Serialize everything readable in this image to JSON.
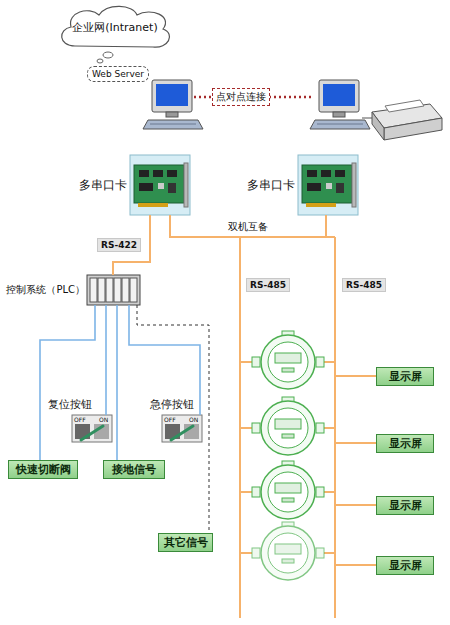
{
  "diagram": {
    "nodes": [
      {
        "text": [
          "企业网(Intranet)"
        ]
      },
      {
        "text": [
          "Web Server"
        ]
      },
      {
        "text": [
          "多串口卡"
        ]
      },
      {
        "text": [
          "多串口卡"
        ]
      },
      {
        "text": [
          "控制系统（PLC）"
        ]
      },
      {
        "text": [
          "复位按钮"
        ]
      },
      {
        "text": [
          "急停按钮"
        ]
      },
      {
        "text": [
          "快速切断阀"
        ]
      },
      {
        "text": [
          "接地信号"
        ]
      },
      {
        "text": [
          "其它信号"
        ]
      },
      {
        "text": [
          "显示屏"
        ]
      },
      {
        "text": [
          "显示屏"
        ]
      },
      {
        "text": [
          "显示屏"
        ]
      },
      {
        "text": [
          "显示屏"
        ]
      }
    ],
    "edges": [
      {
        "from": 2,
        "to": 3,
        "arrow": "none",
        "label": "双机互备"
      },
      {
        "from": 2,
        "to": 4,
        "arrow": "none"
      },
      {
        "from": 4,
        "to": 7,
        "arrow": "none"
      },
      {
        "from": 4,
        "to": 5,
        "arrow": "none"
      },
      {
        "from": 4,
        "to": 8,
        "arrow": "none"
      },
      {
        "from": 4,
        "to": 6,
        "arrow": "none"
      },
      {
        "from": 4,
        "to": 9,
        "arrow": "none"
      }
    ],
    "labels": [
      "点对点连接",
      "RS-422",
      "RS-485",
      "RS-485",
      "OFF",
      "ON",
      "OFF",
      "ON"
    ]
  }
}
